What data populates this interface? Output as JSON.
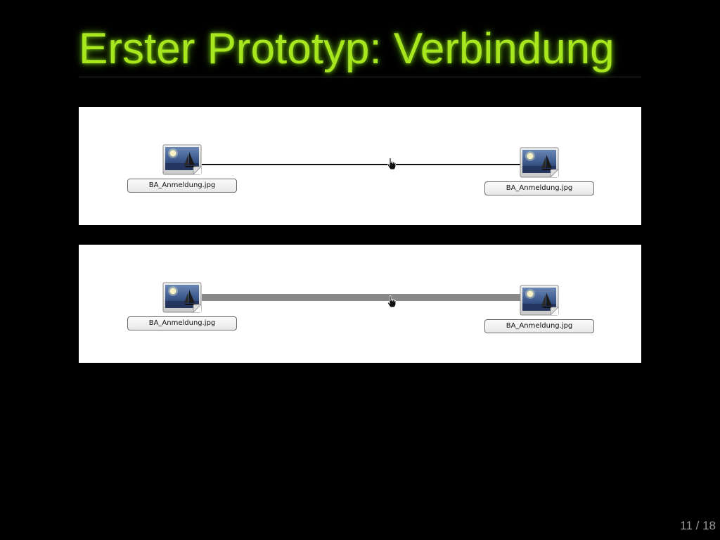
{
  "slide": {
    "title": "Erster Prototyp: Verbindung",
    "page_number": "11 / 18"
  },
  "colors": {
    "background": "#000000",
    "title": "#a8e61e",
    "panel": "#ffffff",
    "thin_connection": "#111111",
    "thick_connection": "#888888"
  },
  "panels": [
    {
      "state": "thin-line",
      "left_file": {
        "label": "BA_Anmeldung.jpg",
        "icon": "image-file-icon"
      },
      "right_file": {
        "label": "BA_Anmeldung.jpg",
        "icon": "image-file-icon"
      },
      "cursor": "hand-pointer-icon"
    },
    {
      "state": "thick-line",
      "left_file": {
        "label": "BA_Anmeldung.jpg",
        "icon": "image-file-icon"
      },
      "right_file": {
        "label": "BA_Anmeldung.jpg",
        "icon": "image-file-icon"
      },
      "cursor": "hand-pointer-icon"
    }
  ]
}
